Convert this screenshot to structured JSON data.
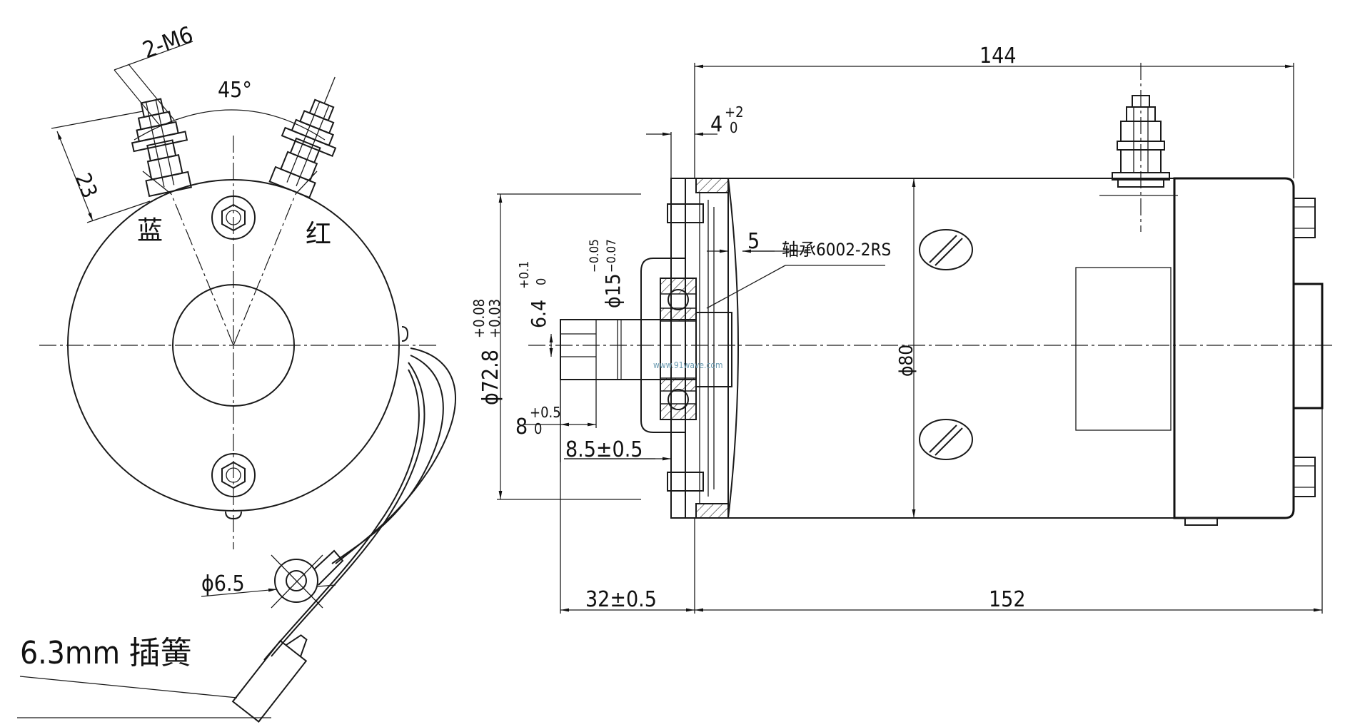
{
  "left_view": {
    "thread_label": "2-M6",
    "angle_label": "45°",
    "terminal_height_label": "23",
    "blue_terminal_label": "蓝",
    "red_terminal_label": "红",
    "ring_terminal_label": "ϕ6.5",
    "spade_terminal_label": "6.3mm 插簧"
  },
  "side_view": {
    "length_144": "144",
    "flange_tol_main": "4",
    "flange_tol_upper": "+2",
    "flange_tol_lower": "0",
    "gap_5": "5",
    "bearing_label": "轴承6002-2RS",
    "shaft_dia_main": "ϕ15",
    "shaft_dia_upper": "−0.05",
    "shaft_dia_lower": "−0.07",
    "key_main": "6.4",
    "key_upper": "+0.1",
    "key_lower": "0",
    "pilot_main": "ϕ72.8",
    "pilot_upper": "+0.08",
    "pilot_lower": "+0.03",
    "key_len_main": "8",
    "key_len_upper": "+0.5",
    "key_len_lower": "0",
    "shaft_len_85": "8.5±0.5",
    "body_dia": "ϕ80",
    "shaft_ext": "32±0.5",
    "body_len": "152",
    "watermark": "www.91wave.com"
  }
}
